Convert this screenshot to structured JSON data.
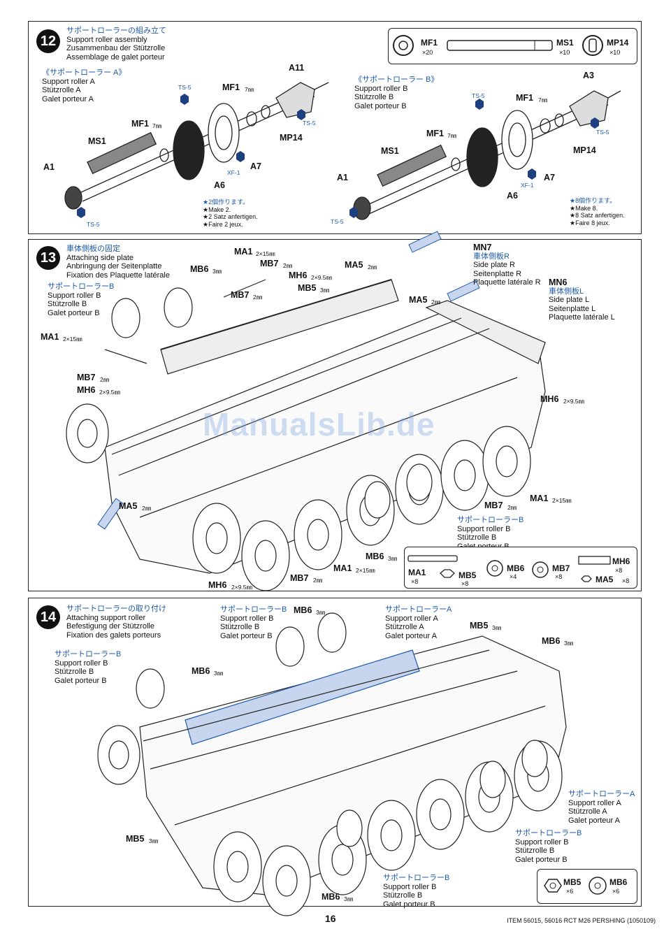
{
  "page": {
    "number": "16",
    "item_line": "ITEM 56015, 56016  RCT M26 PERSHING (1050109)",
    "watermark": "ManualsLib.de"
  },
  "step12": {
    "number": "12",
    "title_jp": "サポートローラーの組み立て",
    "title_en": "Support roller assembly",
    "title_de": "Zusammenbau der Stützrolle",
    "title_fr": "Assemblage de galet porteur",
    "groupA": {
      "jp": "《サポートローラー A》",
      "en": "Support roller A",
      "de": "Stützrolle A",
      "fr": "Galet porteur A"
    },
    "groupB": {
      "jp": "《サポートローラー B》",
      "en": "Support roller B",
      "de": "Stützrolle B",
      "fr": "Galet porteur B"
    },
    "noteA": [
      "★2個作ります。",
      "★Make 2.",
      "★2 Satz anfertigen.",
      "★Faire 2 jeux."
    ],
    "noteB": [
      "★8個作ります。",
      "★Make 8.",
      "★8 Satz anfertigen.",
      "★Faire 8 jeux."
    ],
    "labels": {
      "a11": "A11",
      "a1": "A1",
      "a6": "A6",
      "a7": "A7",
      "a3": "A3",
      "ms1": "MS1",
      "mf1": "MF1",
      "mm7": "7㎜",
      "mp14": "MP14",
      "ts5": "TS-5",
      "xf1": "XF-1"
    },
    "parts": [
      {
        "name": "MF1",
        "qty": "×20"
      },
      {
        "name": "MS1",
        "qty": "×10"
      },
      {
        "name": "MP14",
        "qty": "×10"
      }
    ]
  },
  "step13": {
    "number": "13",
    "title_jp": "車体側板の固定",
    "title_en": "Attaching side plate",
    "title_de": "Anbringung der Seitenplatte",
    "title_fr": "Fixation des Plaquette latérale",
    "roller_b": {
      "jp": "サポートローラーB",
      "en": "Support roller B",
      "de": "Stützrolle B",
      "fr": "Galet porteur B"
    },
    "mn7": {
      "code": "MN7",
      "jp": "車体側板R",
      "en": "Side plate R",
      "de": "Seitenplatte R",
      "fr": "Plaquette latérale R"
    },
    "mn6": {
      "code": "MN6",
      "jp": "車体側板L",
      "en": "Side plate L",
      "de": "Seitenplatte L",
      "fr": "Plaquette latérale L"
    },
    "labels": {
      "ma1": "MA1",
      "ma1_size": "2×15㎜",
      "mb6": "MB6",
      "mb6_size": "3㎜",
      "mb7": "MB7",
      "mb7_size": "2㎜",
      "mh6": "MH6",
      "mh6_size": "2×9.5㎜",
      "mb5": "MB5",
      "mb5_size": "3㎜",
      "ma5": "MA5",
      "ma5_size": "2㎜"
    },
    "parts": [
      {
        "name": "MA1",
        "qty": "×8"
      },
      {
        "name": "MB5",
        "qty": "×8"
      },
      {
        "name": "MB6",
        "qty": "×4"
      },
      {
        "name": "MB7",
        "qty": "×8"
      },
      {
        "name": "MH6",
        "qty": "×8"
      },
      {
        "name": "MA5",
        "qty": "×8"
      }
    ]
  },
  "step14": {
    "number": "14",
    "title_jp": "サポートローラーの取り付け",
    "title_en": "Attaching support roller",
    "title_de": "Befestigung der Stützrolle",
    "title_fr": "Fixation des galets porteurs",
    "roller_a": {
      "jp": "サポートローラーA",
      "en": "Support roller A",
      "de": "Stützrolle A",
      "fr": "Galet porteur A"
    },
    "roller_b": {
      "jp": "サポートローラーB",
      "en": "Support roller B",
      "de": "Stützrolle B",
      "fr": "Galet porteur B"
    },
    "labels": {
      "mb6": "MB6",
      "mb5": "MB5",
      "size": "3㎜"
    },
    "parts": [
      {
        "name": "MB5",
        "qty": "×6"
      },
      {
        "name": "MB6",
        "qty": "×6"
      }
    ]
  }
}
